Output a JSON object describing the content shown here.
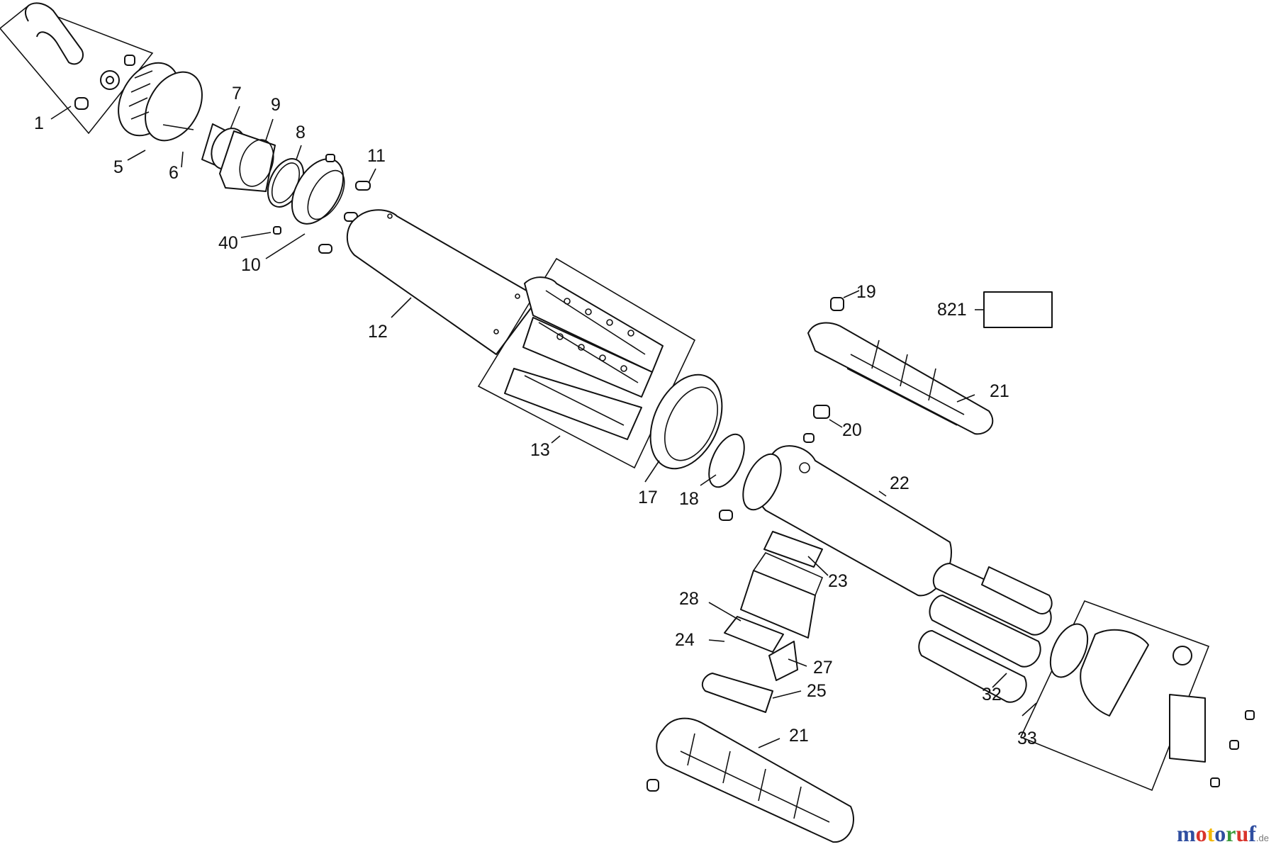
{
  "diagram": {
    "callouts": [
      {
        "id": "1",
        "label": "1"
      },
      {
        "id": "5",
        "label": "5"
      },
      {
        "id": "6",
        "label": "6"
      },
      {
        "id": "7",
        "label": "7"
      },
      {
        "id": "9",
        "label": "9"
      },
      {
        "id": "8",
        "label": "8"
      },
      {
        "id": "11",
        "label": "11"
      },
      {
        "id": "40",
        "label": "40"
      },
      {
        "id": "10",
        "label": "10"
      },
      {
        "id": "12",
        "label": "12"
      },
      {
        "id": "13",
        "label": "13"
      },
      {
        "id": "17",
        "label": "17"
      },
      {
        "id": "18",
        "label": "18"
      },
      {
        "id": "19",
        "label": "19"
      },
      {
        "id": "821",
        "label": "821"
      },
      {
        "id": "21a",
        "label": "21"
      },
      {
        "id": "20",
        "label": "20"
      },
      {
        "id": "22",
        "label": "22"
      },
      {
        "id": "23",
        "label": "23"
      },
      {
        "id": "28",
        "label": "28"
      },
      {
        "id": "24",
        "label": "24"
      },
      {
        "id": "27",
        "label": "27"
      },
      {
        "id": "25",
        "label": "25"
      },
      {
        "id": "21b",
        "label": "21"
      },
      {
        "id": "32",
        "label": "32"
      },
      {
        "id": "33",
        "label": "33"
      }
    ]
  },
  "watermark": {
    "letters": [
      {
        "ch": "m",
        "color": "#2f4ea0"
      },
      {
        "ch": "o",
        "color": "#d9342b"
      },
      {
        "ch": "t",
        "color": "#f2b705"
      },
      {
        "ch": "o",
        "color": "#2f4ea0"
      },
      {
        "ch": "r",
        "color": "#3a9a3a"
      },
      {
        "ch": "u",
        "color": "#d9342b"
      },
      {
        "ch": "f",
        "color": "#2f4ea0"
      }
    ],
    "tld": ".de"
  }
}
